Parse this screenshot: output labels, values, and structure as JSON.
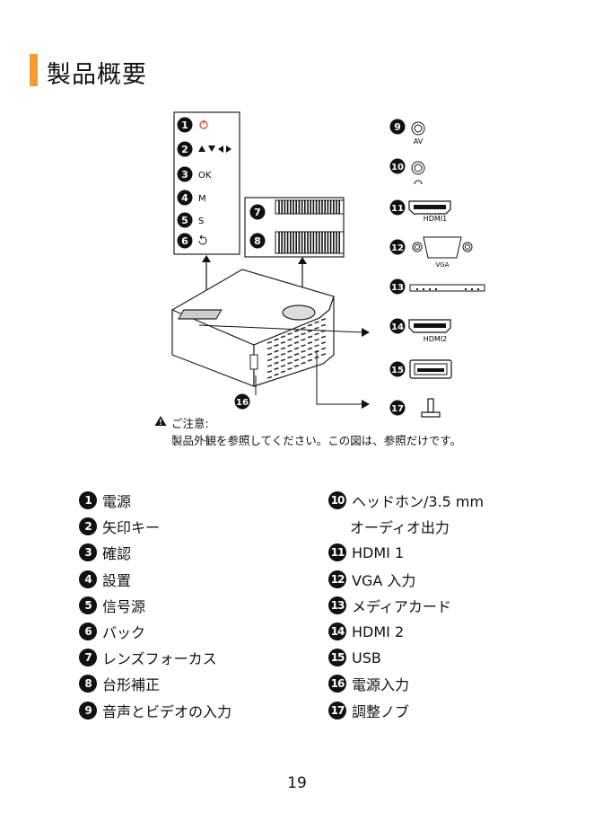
{
  "title": "製品概要",
  "panel_labels": {
    "ok": "OK",
    "m": "M",
    "s": "S"
  },
  "port_labels": {
    "av": "AV",
    "hdmi1": "HDMI1",
    "vga": "VGA",
    "hdmi2": "HDMI2"
  },
  "callout_numbers": [
    "1",
    "2",
    "3",
    "4",
    "5",
    "6",
    "7",
    "8",
    "9",
    "10",
    "11",
    "12",
    "13",
    "14",
    "15",
    "16",
    "17"
  ],
  "note": {
    "heading": "ご注意:",
    "body": "製品外観を参照してください。この図は、参照だけです。"
  },
  "legend_left": [
    {
      "num": "1",
      "label": "電源"
    },
    {
      "num": "2",
      "label": "矢印キー"
    },
    {
      "num": "3",
      "label": "確認"
    },
    {
      "num": "4",
      "label": "設置"
    },
    {
      "num": "5",
      "label": "信号源"
    },
    {
      "num": "6",
      "label": "バック"
    },
    {
      "num": "7",
      "label": "レンズフォーカス"
    },
    {
      "num": "8",
      "label": "台形補正"
    },
    {
      "num": "9",
      "label": "音声とビデオの入力"
    }
  ],
  "legend_right": [
    {
      "num": "10",
      "label": "ヘッドホン/3.5 mm"
    },
    {
      "num": "",
      "label": "オーディオ出力"
    },
    {
      "num": "11",
      "label": "HDMI 1"
    },
    {
      "num": "12",
      "label": "VGA 入力"
    },
    {
      "num": "13",
      "label": "メディアカード"
    },
    {
      "num": "14",
      "label": "HDMI 2"
    },
    {
      "num": "15",
      "label": "USB"
    },
    {
      "num": "16",
      "label": "電源入力"
    },
    {
      "num": "17",
      "label": "調整ノブ"
    }
  ],
  "page_number": "19",
  "colors": {
    "accent": "#f39a32",
    "power_icon": "#e53935"
  }
}
